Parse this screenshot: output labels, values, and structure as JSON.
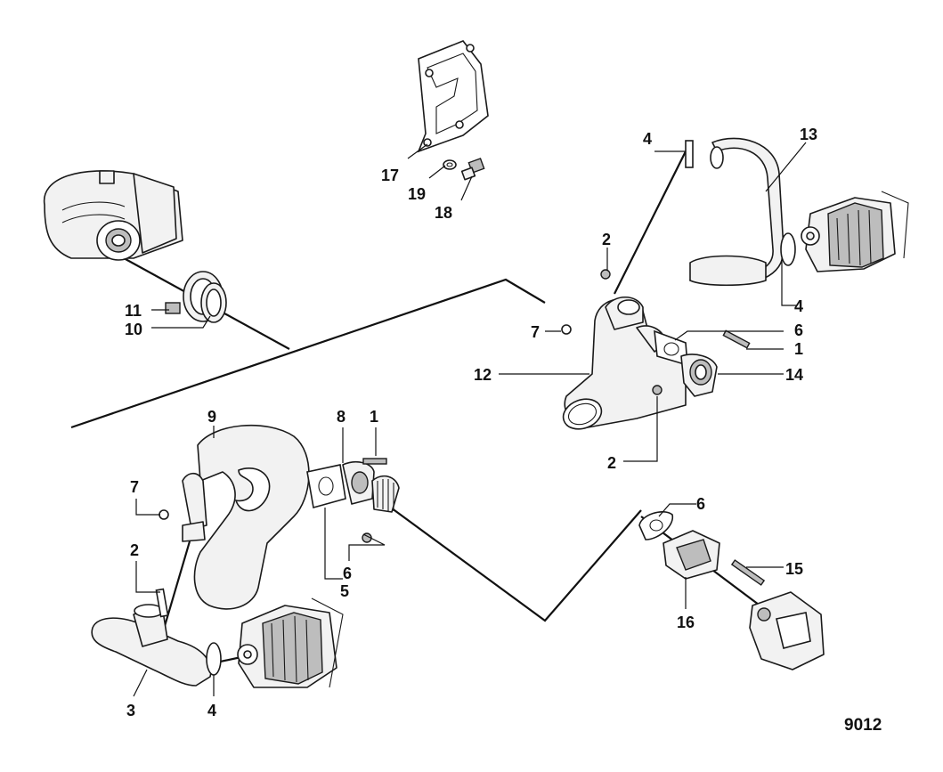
{
  "figure_id": "9012",
  "callouts": [
    {
      "label": "17"
    },
    {
      "label": "19"
    },
    {
      "label": "18"
    },
    {
      "label": "4"
    },
    {
      "label": "13"
    },
    {
      "label": "2"
    },
    {
      "label": "11"
    },
    {
      "label": "10"
    },
    {
      "label": "4"
    },
    {
      "label": "7"
    },
    {
      "label": "6"
    },
    {
      "label": "1"
    },
    {
      "label": "12"
    },
    {
      "label": "14"
    },
    {
      "label": "9"
    },
    {
      "label": "8"
    },
    {
      "label": "1"
    },
    {
      "label": "7"
    },
    {
      "label": "2"
    },
    {
      "label": "6"
    },
    {
      "label": "5"
    },
    {
      "label": "2"
    },
    {
      "label": "6"
    },
    {
      "label": "15"
    },
    {
      "label": "16"
    },
    {
      "label": "3"
    },
    {
      "label": "4"
    }
  ]
}
